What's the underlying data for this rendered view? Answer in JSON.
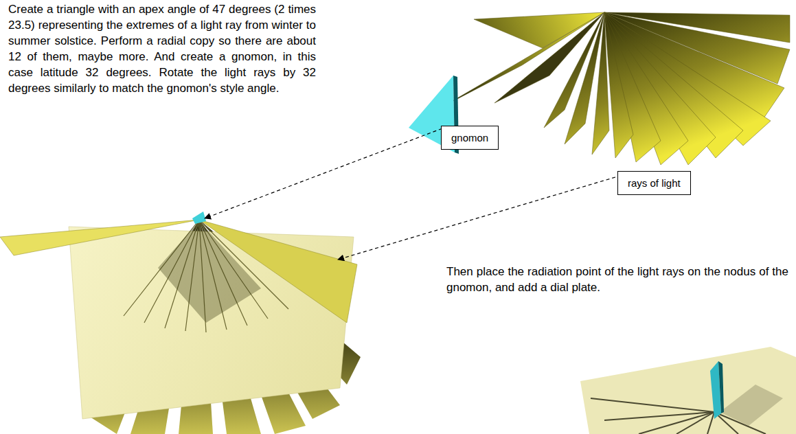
{
  "diagram": {
    "nodes": [
      {
        "text": [
          "gnomon"
        ]
      },
      {
        "text": [
          "rays of light"
        ]
      }
    ],
    "labels": [
      "Create a triangle with an apex angle of 47 degrees (2 times 23.5) representing the extremes of a light ray from winter to summer solstice. Perform a radial copy so there are about 12 of them, maybe more. And create a gnomon, in this case latitude 32 degrees. Rotate the light rays by 32 degrees similarly to match the gnomon's style angle.",
      "Then place the radiation point of the light rays on the nodus of the gnomon, and add a dial plate."
    ]
  }
}
